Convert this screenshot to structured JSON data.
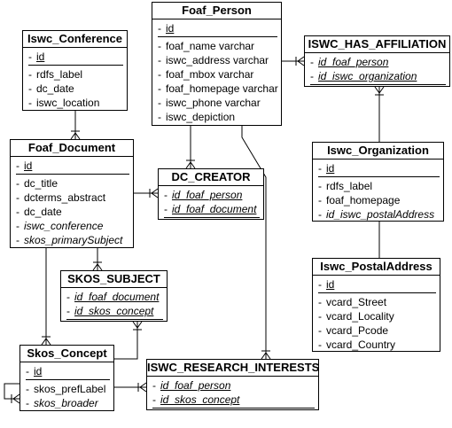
{
  "entities": {
    "foaf_person": {
      "title": "Foaf_Person",
      "attrs": [
        {
          "text": "id",
          "pk": true,
          "fk": false,
          "sep": true
        },
        {
          "text": "foaf_name varchar",
          "pk": false,
          "fk": false,
          "sep": false
        },
        {
          "text": "iswc_address varchar",
          "pk": false,
          "fk": false,
          "sep": false
        },
        {
          "text": "foaf_mbox varchar",
          "pk": false,
          "fk": false,
          "sep": false
        },
        {
          "text": "foaf_homepage varchar",
          "pk": false,
          "fk": false,
          "sep": false
        },
        {
          "text": "iswc_phone varchar",
          "pk": false,
          "fk": false,
          "sep": false
        },
        {
          "text": "iswc_depiction",
          "pk": false,
          "fk": false,
          "sep": false
        }
      ]
    },
    "iswc_conference": {
      "title": "Iswc_Conference",
      "attrs": [
        {
          "text": "id",
          "pk": true,
          "fk": false,
          "sep": true
        },
        {
          "text": "rdfs_label",
          "pk": false,
          "fk": false,
          "sep": false
        },
        {
          "text": "dc_date",
          "pk": false,
          "fk": false,
          "sep": false
        },
        {
          "text": "iswc_location",
          "pk": false,
          "fk": false,
          "sep": false
        }
      ]
    },
    "iswc_has_affiliation": {
      "title": "ISWC_HAS_AFFILIATION",
      "attrs": [
        {
          "text": "id_foaf_person",
          "pk": true,
          "fk": true,
          "sep": false
        },
        {
          "text": "id_iswc_organization",
          "pk": true,
          "fk": true,
          "sep": true
        }
      ]
    },
    "foaf_document": {
      "title": "Foaf_Document",
      "attrs": [
        {
          "text": "id",
          "pk": true,
          "fk": false,
          "sep": true
        },
        {
          "text": "dc_title",
          "pk": false,
          "fk": false,
          "sep": false
        },
        {
          "text": "dcterms_abstract",
          "pk": false,
          "fk": false,
          "sep": false
        },
        {
          "text": "dc_date",
          "pk": false,
          "fk": false,
          "sep": false
        },
        {
          "text": "iswc_conference",
          "pk": false,
          "fk": true,
          "sep": false
        },
        {
          "text": "skos_primarySubject",
          "pk": false,
          "fk": true,
          "sep": false
        }
      ]
    },
    "dc_creator": {
      "title": "DC_CREATOR",
      "attrs": [
        {
          "text": "id_foaf_person",
          "pk": true,
          "fk": true,
          "sep": false
        },
        {
          "text": "id_foaf_document",
          "pk": true,
          "fk": true,
          "sep": true
        }
      ]
    },
    "iswc_organization": {
      "title": "Iswc_Organization",
      "attrs": [
        {
          "text": "id",
          "pk": true,
          "fk": false,
          "sep": true
        },
        {
          "text": "rdfs_label",
          "pk": false,
          "fk": false,
          "sep": false
        },
        {
          "text": "foaf_homepage",
          "pk": false,
          "fk": false,
          "sep": false
        },
        {
          "text": "id_iswc_postalAddress",
          "pk": false,
          "fk": true,
          "sep": false
        }
      ]
    },
    "skos_subject": {
      "title": "SKOS_SUBJECT",
      "attrs": [
        {
          "text": "id_foaf_document",
          "pk": true,
          "fk": true,
          "sep": false
        },
        {
          "text": "id_skos_concept",
          "pk": true,
          "fk": true,
          "sep": true
        }
      ]
    },
    "iswc_postaladdress": {
      "title": "Iswc_PostalAddress",
      "attrs": [
        {
          "text": "id",
          "pk": true,
          "fk": false,
          "sep": true
        },
        {
          "text": "vcard_Street",
          "pk": false,
          "fk": false,
          "sep": false
        },
        {
          "text": "vcard_Locality",
          "pk": false,
          "fk": false,
          "sep": false
        },
        {
          "text": "vcard_Pcode",
          "pk": false,
          "fk": false,
          "sep": false
        },
        {
          "text": "vcard_Country",
          "pk": false,
          "fk": false,
          "sep": false
        }
      ]
    },
    "skos_concept": {
      "title": "Skos_Concept",
      "attrs": [
        {
          "text": "id",
          "pk": true,
          "fk": false,
          "sep": true
        },
        {
          "text": "skos_prefLabel",
          "pk": false,
          "fk": false,
          "sep": false
        },
        {
          "text": "skos_broader",
          "pk": false,
          "fk": true,
          "sep": false
        }
      ]
    },
    "iswc_research_interests": {
      "title": "ISWC_RESEARCH_INTERESTS",
      "attrs": [
        {
          "text": "id_foaf_person",
          "pk": true,
          "fk": true,
          "sep": false
        },
        {
          "text": "id_skos_concept",
          "pk": true,
          "fk": true,
          "sep": true
        }
      ]
    }
  },
  "style": {
    "line_color": "#000000",
    "background": "#ffffff"
  }
}
